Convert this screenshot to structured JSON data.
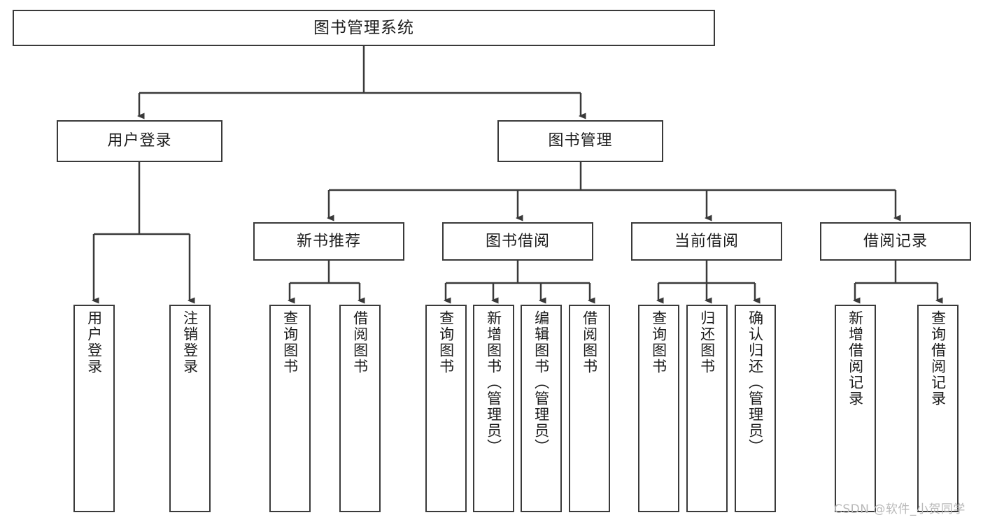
{
  "diagram": {
    "title": "图书管理系统",
    "type": "tree-hierarchy",
    "watermark": "CSDN @软件_小贺同学",
    "colors": {
      "border": "#3a3a3a",
      "background": "#ffffff",
      "text": "#1d1d1d",
      "watermark": "#b9b9b9"
    },
    "levels": {
      "root": {
        "label": "图书管理系统"
      },
      "level2": [
        {
          "label": "用户登录"
        },
        {
          "label": "图书管理"
        }
      ],
      "level3": [
        {
          "label": "新书推荐"
        },
        {
          "label": "图书借阅"
        },
        {
          "label": "当前借阅"
        },
        {
          "label": "借阅记录"
        }
      ],
      "leaves": {
        "user_login": [
          {
            "label": "用户登录"
          },
          {
            "label": "注销登录"
          }
        ],
        "new_book_recommend": [
          {
            "label": "查询图书"
          },
          {
            "label": "借阅图书"
          }
        ],
        "book_borrow": [
          {
            "label": "查询图书"
          },
          {
            "label": "新增图书（管理员）"
          },
          {
            "label": "编辑图书（管理员）"
          },
          {
            "label": "借阅图书"
          }
        ],
        "current_borrow": [
          {
            "label": "查询图书"
          },
          {
            "label": "归还图书"
          },
          {
            "label": "确认归还（管理员）"
          }
        ],
        "borrow_record": [
          {
            "label": "新增借阅记录"
          },
          {
            "label": "查询借阅记录"
          }
        ]
      }
    }
  }
}
